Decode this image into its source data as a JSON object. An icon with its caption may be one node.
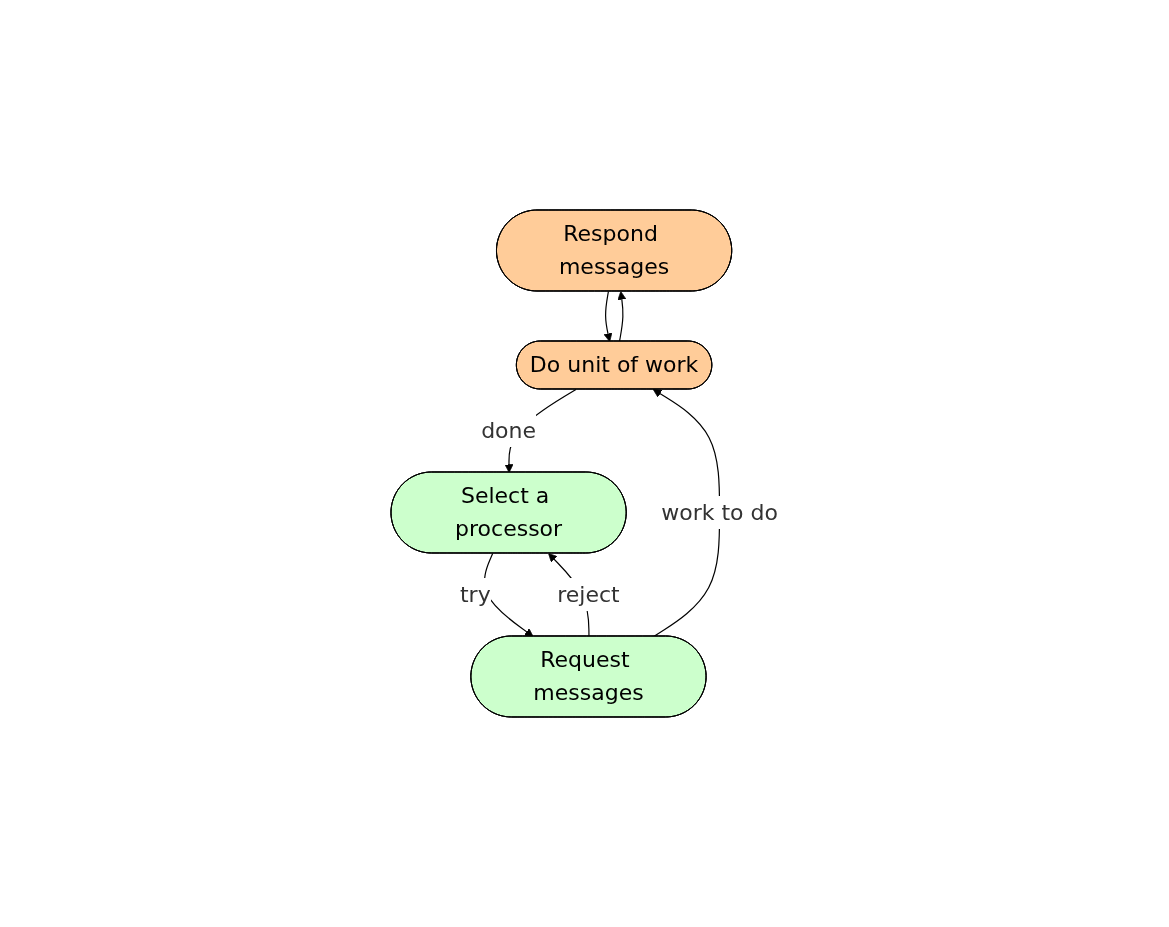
{
  "diagram": {
    "nodes": [
      {
        "text": [
          "Respond messages"
        ]
      },
      {
        "text": [
          "Do unit of work"
        ]
      },
      {
        "text": [
          "Select a processor"
        ]
      },
      {
        "text": [
          "Request messages"
        ]
      }
    ],
    "edges": [
      {
        "from": 0,
        "to": 1,
        "arrow": "to"
      },
      {
        "from": 1,
        "to": 0,
        "arrow": "to"
      },
      {
        "from": 1,
        "to": 2,
        "arrow": "to",
        "label": "done"
      },
      {
        "from": 3,
        "to": 1,
        "arrow": "to",
        "label": "work to do"
      },
      {
        "from": 2,
        "to": 3,
        "arrow": "to",
        "label": "try"
      },
      {
        "from": 3,
        "to": 2,
        "arrow": "to",
        "label": "reject"
      }
    ]
  }
}
